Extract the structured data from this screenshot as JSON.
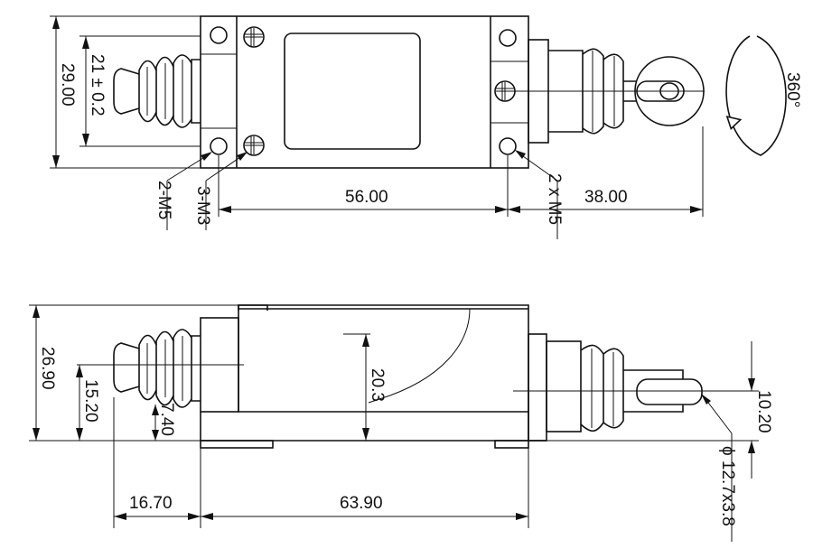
{
  "top_view": {
    "dim_height": "29.00",
    "dim_inner_height": "21 ± 0.2",
    "label_2m5": "2-M5",
    "label_3m3": "3-M3",
    "dim_56": "56.00",
    "label_2xm5": "2 x M5",
    "dim_38": "38.00",
    "rotation": "360°"
  },
  "side_view": {
    "dim_height": "26.90",
    "dim_15": "15.20",
    "dim_7": "7.40",
    "dim_20": "20.3",
    "dim_10": "10.20",
    "dim_16": "16.70",
    "dim_63": "63.90",
    "roller": "ϕ 12.7x3.8"
  }
}
